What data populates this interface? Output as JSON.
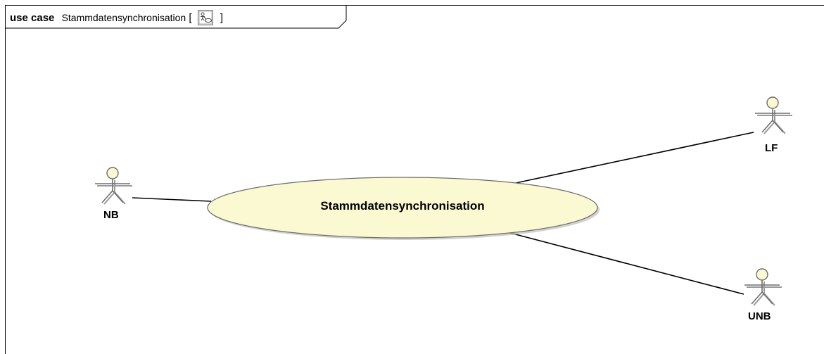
{
  "frame": {
    "keyword": "use case",
    "name": "Stammdatensynchronisation",
    "open_bracket": "[",
    "close_bracket": "]",
    "icon": "use-case-diagram-icon"
  },
  "use_case": {
    "label": "Stammdatensynchronisation",
    "fill": "#FBF9D2"
  },
  "actors": {
    "nb": {
      "label": "NB"
    },
    "lf": {
      "label": "LF"
    },
    "unb": {
      "label": "UNB"
    }
  },
  "colors": {
    "actor_fill": "#FBF9D2",
    "actor_stroke": "#6E6E6E",
    "line": "#000000"
  }
}
